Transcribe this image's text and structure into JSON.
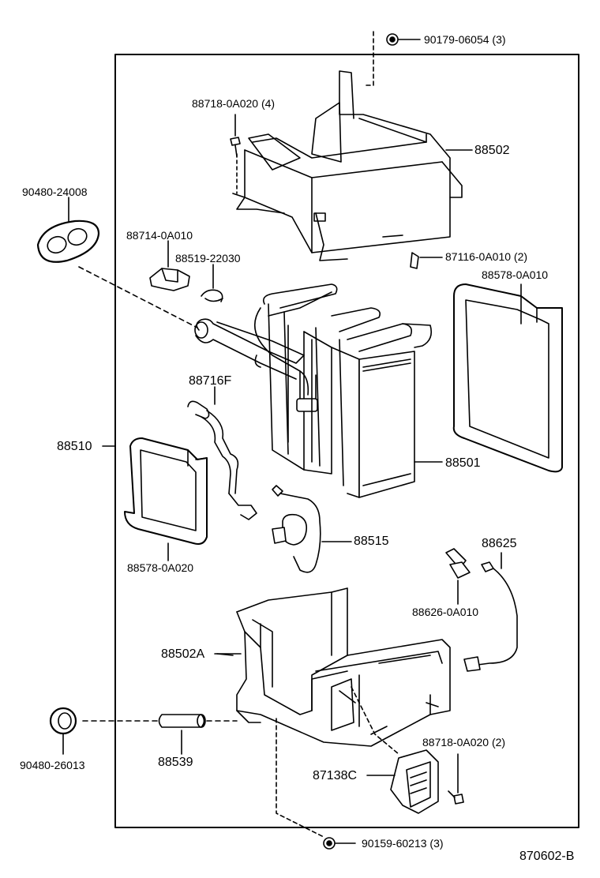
{
  "diagram": {
    "figure_code": "870602-B",
    "labels": {
      "p_90179_06054": "90179-06054 (3)",
      "p_88718_top": "88718-0A020 (4)",
      "p_88502": "88502",
      "p_90480_24008": "90480-24008",
      "p_88714": "88714-0A010",
      "p_88519": "88519-22030",
      "p_87116": "87116-0A010 (2)",
      "p_88578_0A010": "88578-0A010",
      "p_88716F": "88716F",
      "p_88510": "88510",
      "p_88501": "88501",
      "p_88515": "88515",
      "p_88578_0A020": "88578-0A020",
      "p_88625": "88625",
      "p_88626": "88626-0A010",
      "p_88502A": "88502A",
      "p_90480_26013": "90480-26013",
      "p_88539": "88539",
      "p_88718_bottom": "88718-0A020 (2)",
      "p_87138C": "87138C",
      "p_90159": "90159-60213 (3)"
    }
  }
}
